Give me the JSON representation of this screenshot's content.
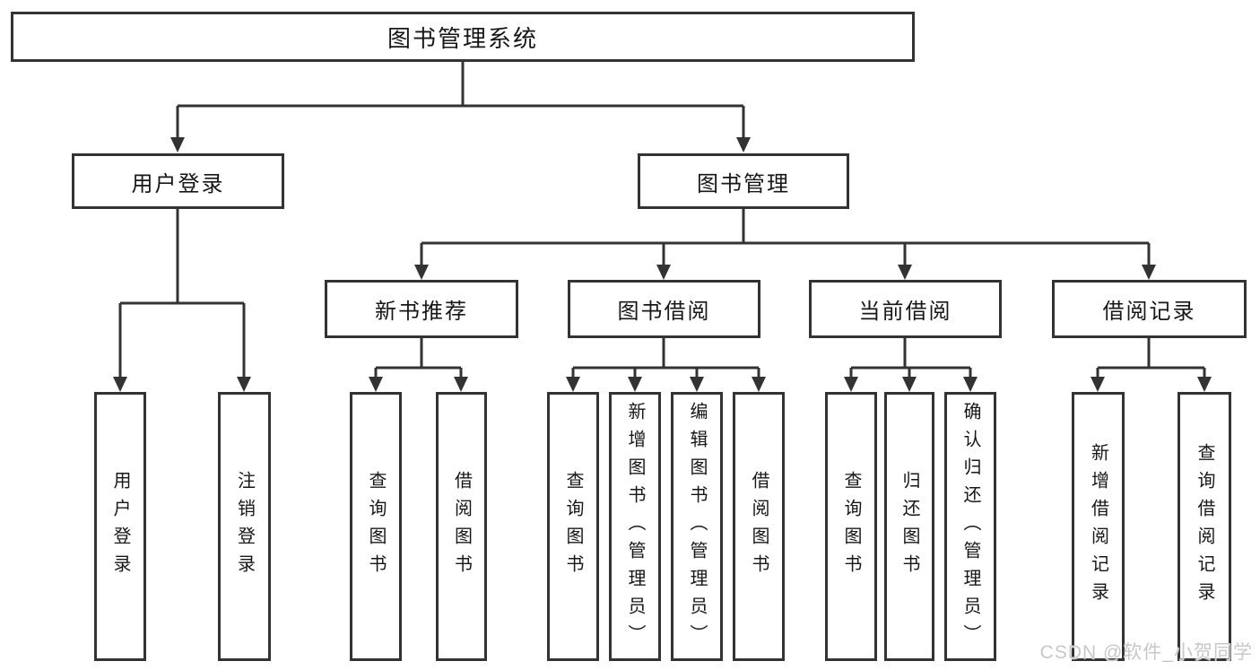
{
  "tree": {
    "label": "图书管理系统",
    "children": [
      {
        "label": "用户登录",
        "children": [
          {
            "label": "用户登录"
          },
          {
            "label": "注销登录"
          }
        ]
      },
      {
        "label": "图书管理",
        "children": [
          {
            "label": "新书推荐",
            "children": [
              {
                "label": "查询图书"
              },
              {
                "label": "借阅图书"
              }
            ]
          },
          {
            "label": "图书借阅",
            "children": [
              {
                "label": "查询图书"
              },
              {
                "label": "新增图书（管理员）"
              },
              {
                "label": "编辑图书（管理员）"
              },
              {
                "label": "借阅图书"
              }
            ]
          },
          {
            "label": "当前借阅",
            "children": [
              {
                "label": "查询图书"
              },
              {
                "label": "归还图书"
              },
              {
                "label": "确认归还（管理员）"
              }
            ]
          },
          {
            "label": "借阅记录",
            "children": [
              {
                "label": "新增借阅记录"
              },
              {
                "label": "查询借阅记录"
              }
            ]
          }
        ]
      }
    ]
  },
  "watermark": {
    "text": "CSDN @软件_小贺同学"
  },
  "colors": {
    "line": "#333333",
    "box_border": "#333333",
    "text": "#171717",
    "watermark": "#c8c8c8",
    "background": "#ffffff"
  }
}
